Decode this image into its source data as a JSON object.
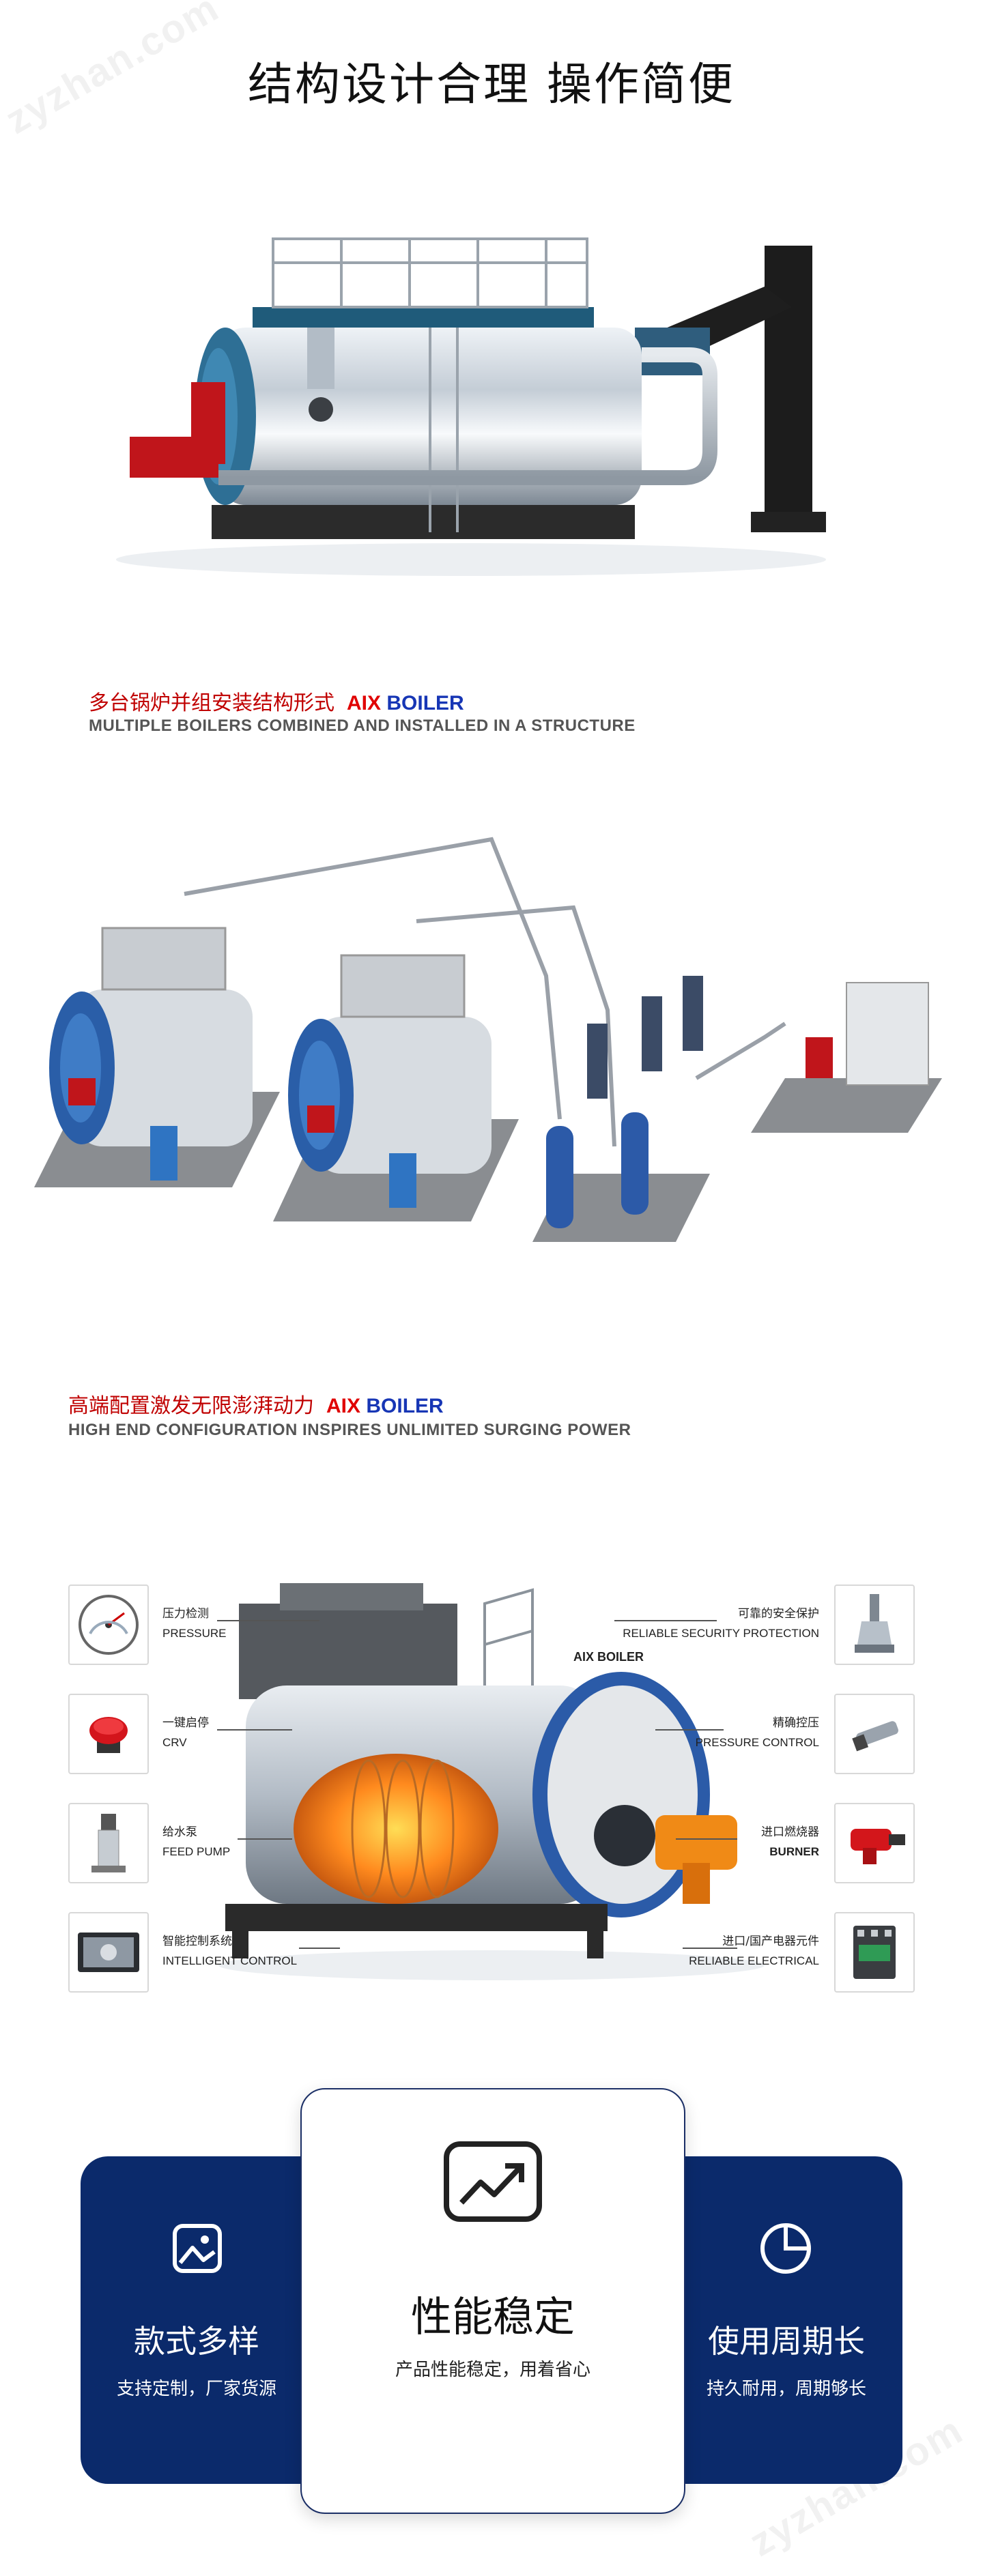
{
  "watermark": "zyzhan.com",
  "hero": {
    "title": "结构设计合理  操作简便"
  },
  "section_multi": {
    "title_cn": "多台锅炉并组安装结构形式",
    "brand_aix": "AIX",
    "brand_boiler": "BOILER",
    "title_en": "MULTIPLE BOILERS COMBINED AND INSTALLED IN A STRUCTURE"
  },
  "section_config": {
    "title_cn": "高端配置激发无限澎湃动力",
    "brand_aix": "AIX",
    "brand_boiler": "BOILER",
    "title_en": "HIGH END CONFIGURATION INSPIRES UNLIMITED SURGING POWER",
    "boiler_label": "AIX BOILER",
    "callouts_left": [
      {
        "cn": "压力检测",
        "en": "PRESSURE",
        "icon": "pressure-gauge-icon"
      },
      {
        "cn": "一键启停",
        "en": "CRV",
        "icon": "emergency-stop-icon"
      },
      {
        "cn": "给水泵",
        "en": "FEED PUMP",
        "icon": "feed-pump-icon"
      },
      {
        "cn": "智能控制系统",
        "en": "INTELLIGENT CONTROL",
        "icon": "control-panel-icon"
      }
    ],
    "callouts_right": [
      {
        "cn": "可靠的安全保护",
        "en": "RELIABLE SECURITY PROTECTION",
        "icon": "safety-valve-icon"
      },
      {
        "cn": "精确控压",
        "en": "PRESSURE CONTROL",
        "icon": "pressure-sensor-icon"
      },
      {
        "cn": "进口燃烧器",
        "en": "BURNER",
        "icon": "burner-icon"
      },
      {
        "cn": "进口/国产电器元件",
        "en": "RELIABLE ELECTRICAL",
        "icon": "contactor-icon"
      }
    ]
  },
  "features": [
    {
      "title": "款式多样",
      "subtitle": "支持定制，厂家货源",
      "icon": "image-icon"
    },
    {
      "title": "性能稳定",
      "subtitle": "产品性能稳定，用着省心",
      "icon": "trend-chart-icon"
    },
    {
      "title": "使用周期长",
      "subtitle": "持久耐用，周期够长",
      "icon": "pie-chart-icon"
    }
  ],
  "colors": {
    "navy": "#0b2a6b",
    "red": "#c00000",
    "brand_blue": "#1736b5"
  }
}
